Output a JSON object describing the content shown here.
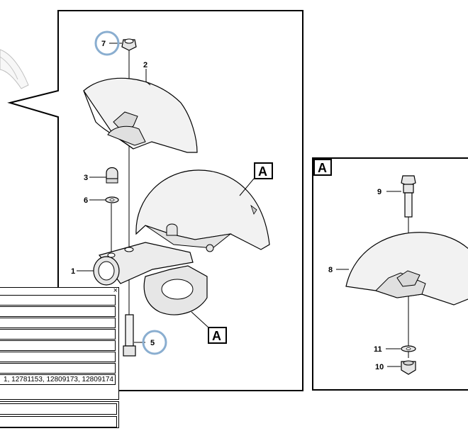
{
  "main_view": {
    "callouts": [
      "1",
      "2",
      "3",
      "5",
      "6",
      "7"
    ],
    "view_marker_label": "A"
  },
  "detail_view": {
    "title": "A",
    "callouts": [
      "8",
      "9",
      "10",
      "11"
    ]
  },
  "part_popup": {
    "close_label": "×",
    "rows": [
      "",
      "",
      "",
      "",
      "",
      "",
      "",
      "1, 12781153, 12809173, 12809174"
    ]
  },
  "colors": {
    "highlight": "#8aaed0",
    "frame": "#000000",
    "shade": "#cccccc"
  }
}
